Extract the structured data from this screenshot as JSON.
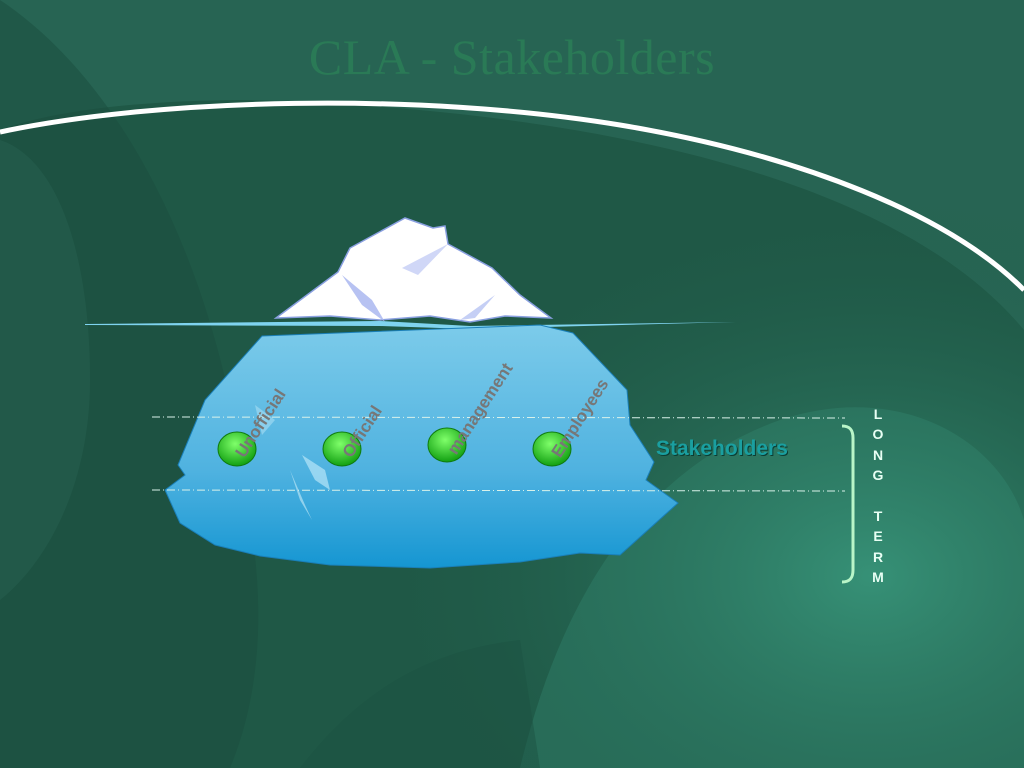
{
  "slide": {
    "title": "CLA - Stakeholders",
    "stakeholder_label": "Stakeholders",
    "side_label_letters": [
      "L",
      "O",
      "N",
      "G",
      "",
      "T",
      "E",
      "R",
      "M"
    ]
  },
  "stakeholders": [
    {
      "label": "Unofficial"
    },
    {
      "label": "Official"
    },
    {
      "label": "management"
    },
    {
      "label": "Employees"
    }
  ],
  "colors": {
    "background": "#1f5846",
    "title": "#2a7a56",
    "water": "#6cc6e6",
    "node": "#22c322",
    "stakeholder_text": "#1a9fa0"
  }
}
